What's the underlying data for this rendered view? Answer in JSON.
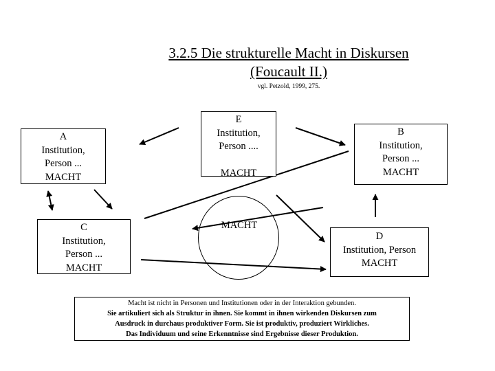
{
  "title": {
    "line1": "3.2.5 Die strukturelle Macht in Diskursen",
    "line2": "(Foucault II.)"
  },
  "source": "vgl. Petzold, 1999, 275.",
  "nodes": {
    "a": {
      "text": "A\nInstitution,\nPerson ...\nMACHT"
    },
    "e": {
      "text": "E\nInstitution,\nPerson ....\n\nMACHT"
    },
    "b": {
      "text": "B\nInstitution,\nPerson ...\nMACHT"
    },
    "c": {
      "text": "C\nInstitution,\nPerson ...\nMACHT"
    },
    "d": {
      "text": "D\nInstitution, Person\nMACHT"
    }
  },
  "center": {
    "label": "MACHT"
  },
  "note": {
    "line1": "Macht ist nicht in Personen und Institutionen oder in der Interaktion gebunden.",
    "line2": "Sie artikuliert sich als Struktur in ihnen. Sie kommt in ihnen wirkenden Diskursen zum",
    "line3": "Ausdruck in durchaus produktiver Form. Sie ist produktiv, produziert Wirkliches.",
    "line4": "Das Individuum und seine Erkenntnisse sind Ergebnisse dieser Produktion."
  }
}
